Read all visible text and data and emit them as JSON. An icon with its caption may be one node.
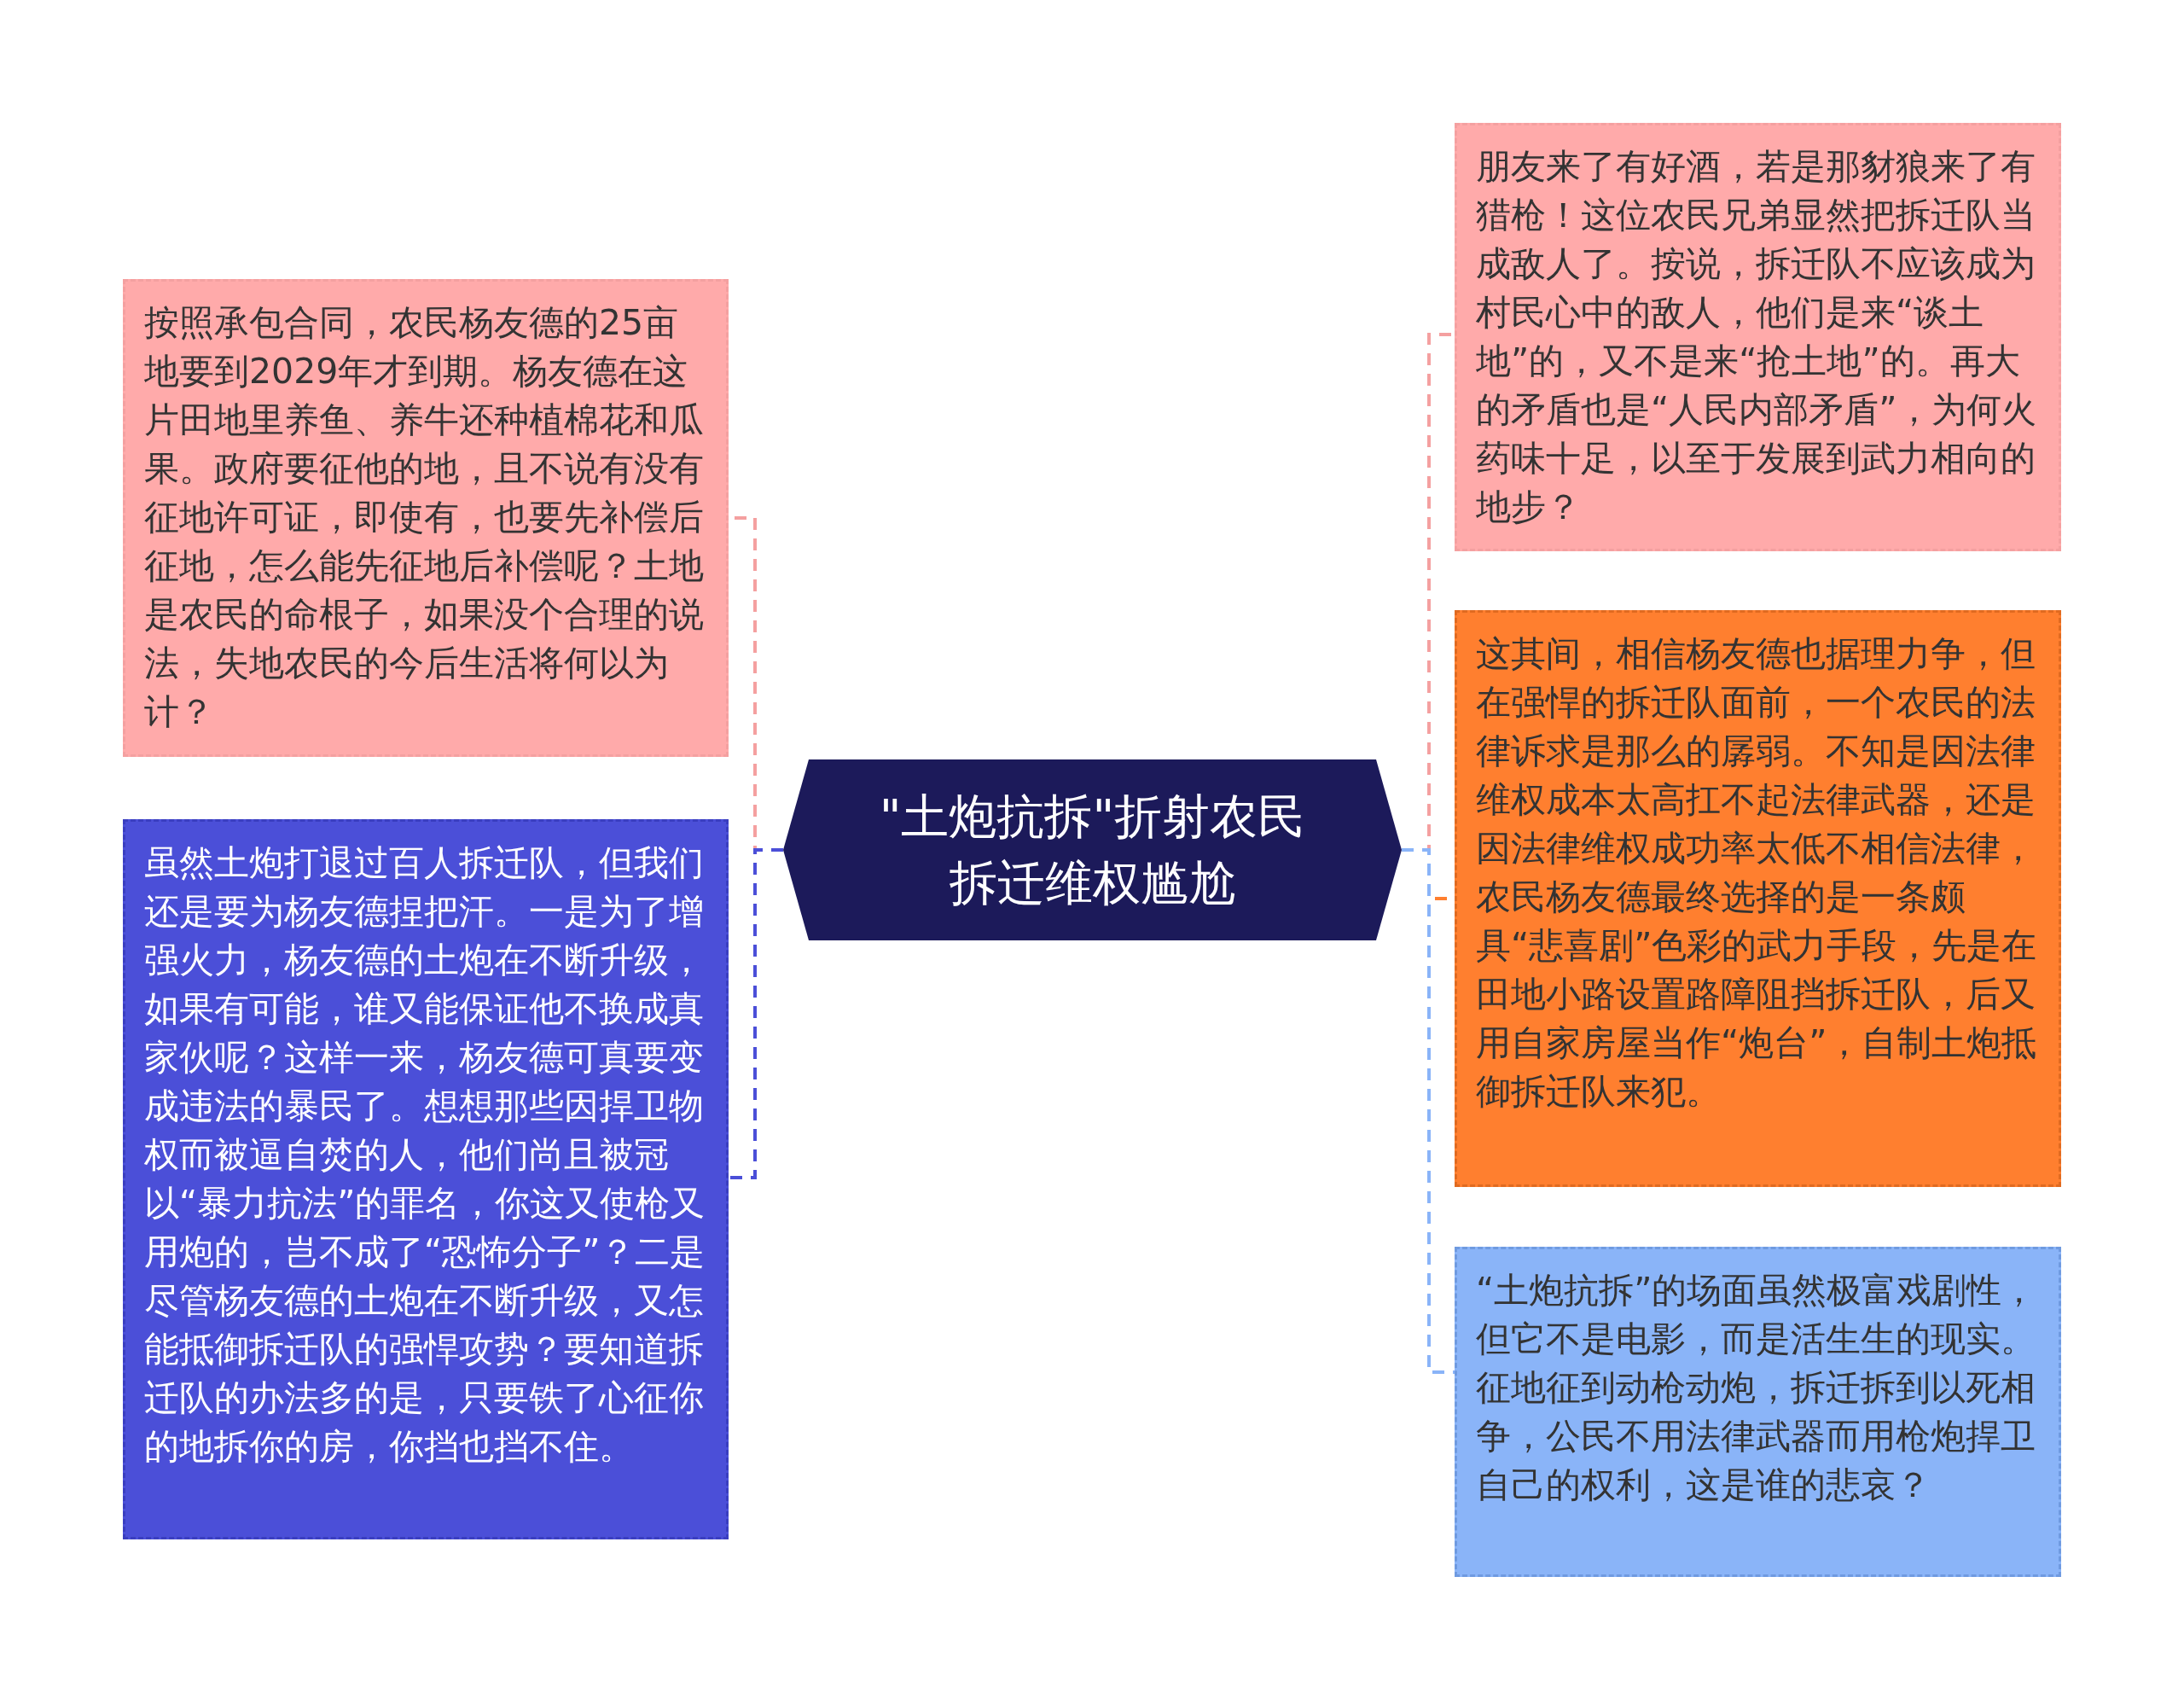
{
  "diagram": {
    "nodes": [
      {
        "text": [
          "\"土炮抗拆\"折射农民拆迁维权尴尬"
        ]
      },
      {
        "text": [
          "按照承包合同，农民杨友德的25亩地要到2029年才到期。杨友德在这片田地里养鱼、养牛还种植棉花和瓜果。政府要征他的地，且不说有没有征地许可证，即使有，也要先补偿后征地，怎么能先征地后补偿呢？土地是农民的命根子，如果没个合理的说法，失地农民的今后生活将何以为计？"
        ]
      },
      {
        "text": [
          "虽然土炮打退过百人拆迁队，但我们还是要为杨友德捏把汗。一是为了增强火力，杨友德的土炮在不断升级，如果有可能，谁又能保证他不换成真家伙呢？这样一来，杨友德可真要变成违法的暴民了。想想那些因捍卫物权而被逼自焚的人，他们尚且被冠以“暴力抗法”的罪名，你这又使枪又用炮的，岂不成了“恐怖分子”？二是尽管杨友德的土炮在不断升级，又怎能抵御拆迁队的强悍攻势？要知道拆迁队的办法多的是，只要铁了心征你的地拆你的房，你挡也挡不住。"
        ]
      },
      {
        "text": [
          "朋友来了有好酒，若是那豺狼来了有猎枪！这位农民兄弟显然把拆迁队当成敌人了。按说，拆迁队不应该成为村民心中的敌人，他们是来“谈土地”的，又不是来“抢土地”的。再大的矛盾也是“人民内部矛盾”，为何火药味十足，以至于发展到武力相向的地步？"
        ]
      },
      {
        "text": [
          "这其间，相信杨友德也据理力争，但在强悍的拆迁队面前，一个农民的法律诉求是那么的孱弱。不知是因法律维权成本太高扛不起法律武器，还是因法律维权成功率太低不相信法律，农民杨友德最终选择的是一条颇具“悲喜剧”色彩的武力手段，先是在田地小路设置路障阻挡拆迁队，后又用自家房屋当作“炮台”，自制土炮抵御拆迁队来犯。"
        ]
      },
      {
        "text": [
          "“土炮抗拆”的场面虽然极富戏剧性，但它不是电影，而是活生生的现实。征地征到动枪动炮，拆迁拆到以死相争，公民不用法律武器而用枪炮捍卫自己的权利，这是谁的悲哀？"
        ]
      }
    ],
    "edges": [
      {
        "from": 0,
        "to": 1,
        "arrow": "none",
        "style": "dashed",
        "color": "#f4a0a0"
      },
      {
        "from": 0,
        "to": 2,
        "arrow": "none",
        "style": "dashed",
        "color": "#4b4fd8"
      },
      {
        "from": 0,
        "to": 3,
        "arrow": "none",
        "style": "dashed",
        "color": "#f4a0a0"
      },
      {
        "from": 0,
        "to": 4,
        "arrow": "none",
        "style": "dashed",
        "color": "#ff7f2f"
      },
      {
        "from": 0,
        "to": 5,
        "arrow": "none",
        "style": "dashed",
        "color": "#8ab4f8"
      }
    ]
  }
}
